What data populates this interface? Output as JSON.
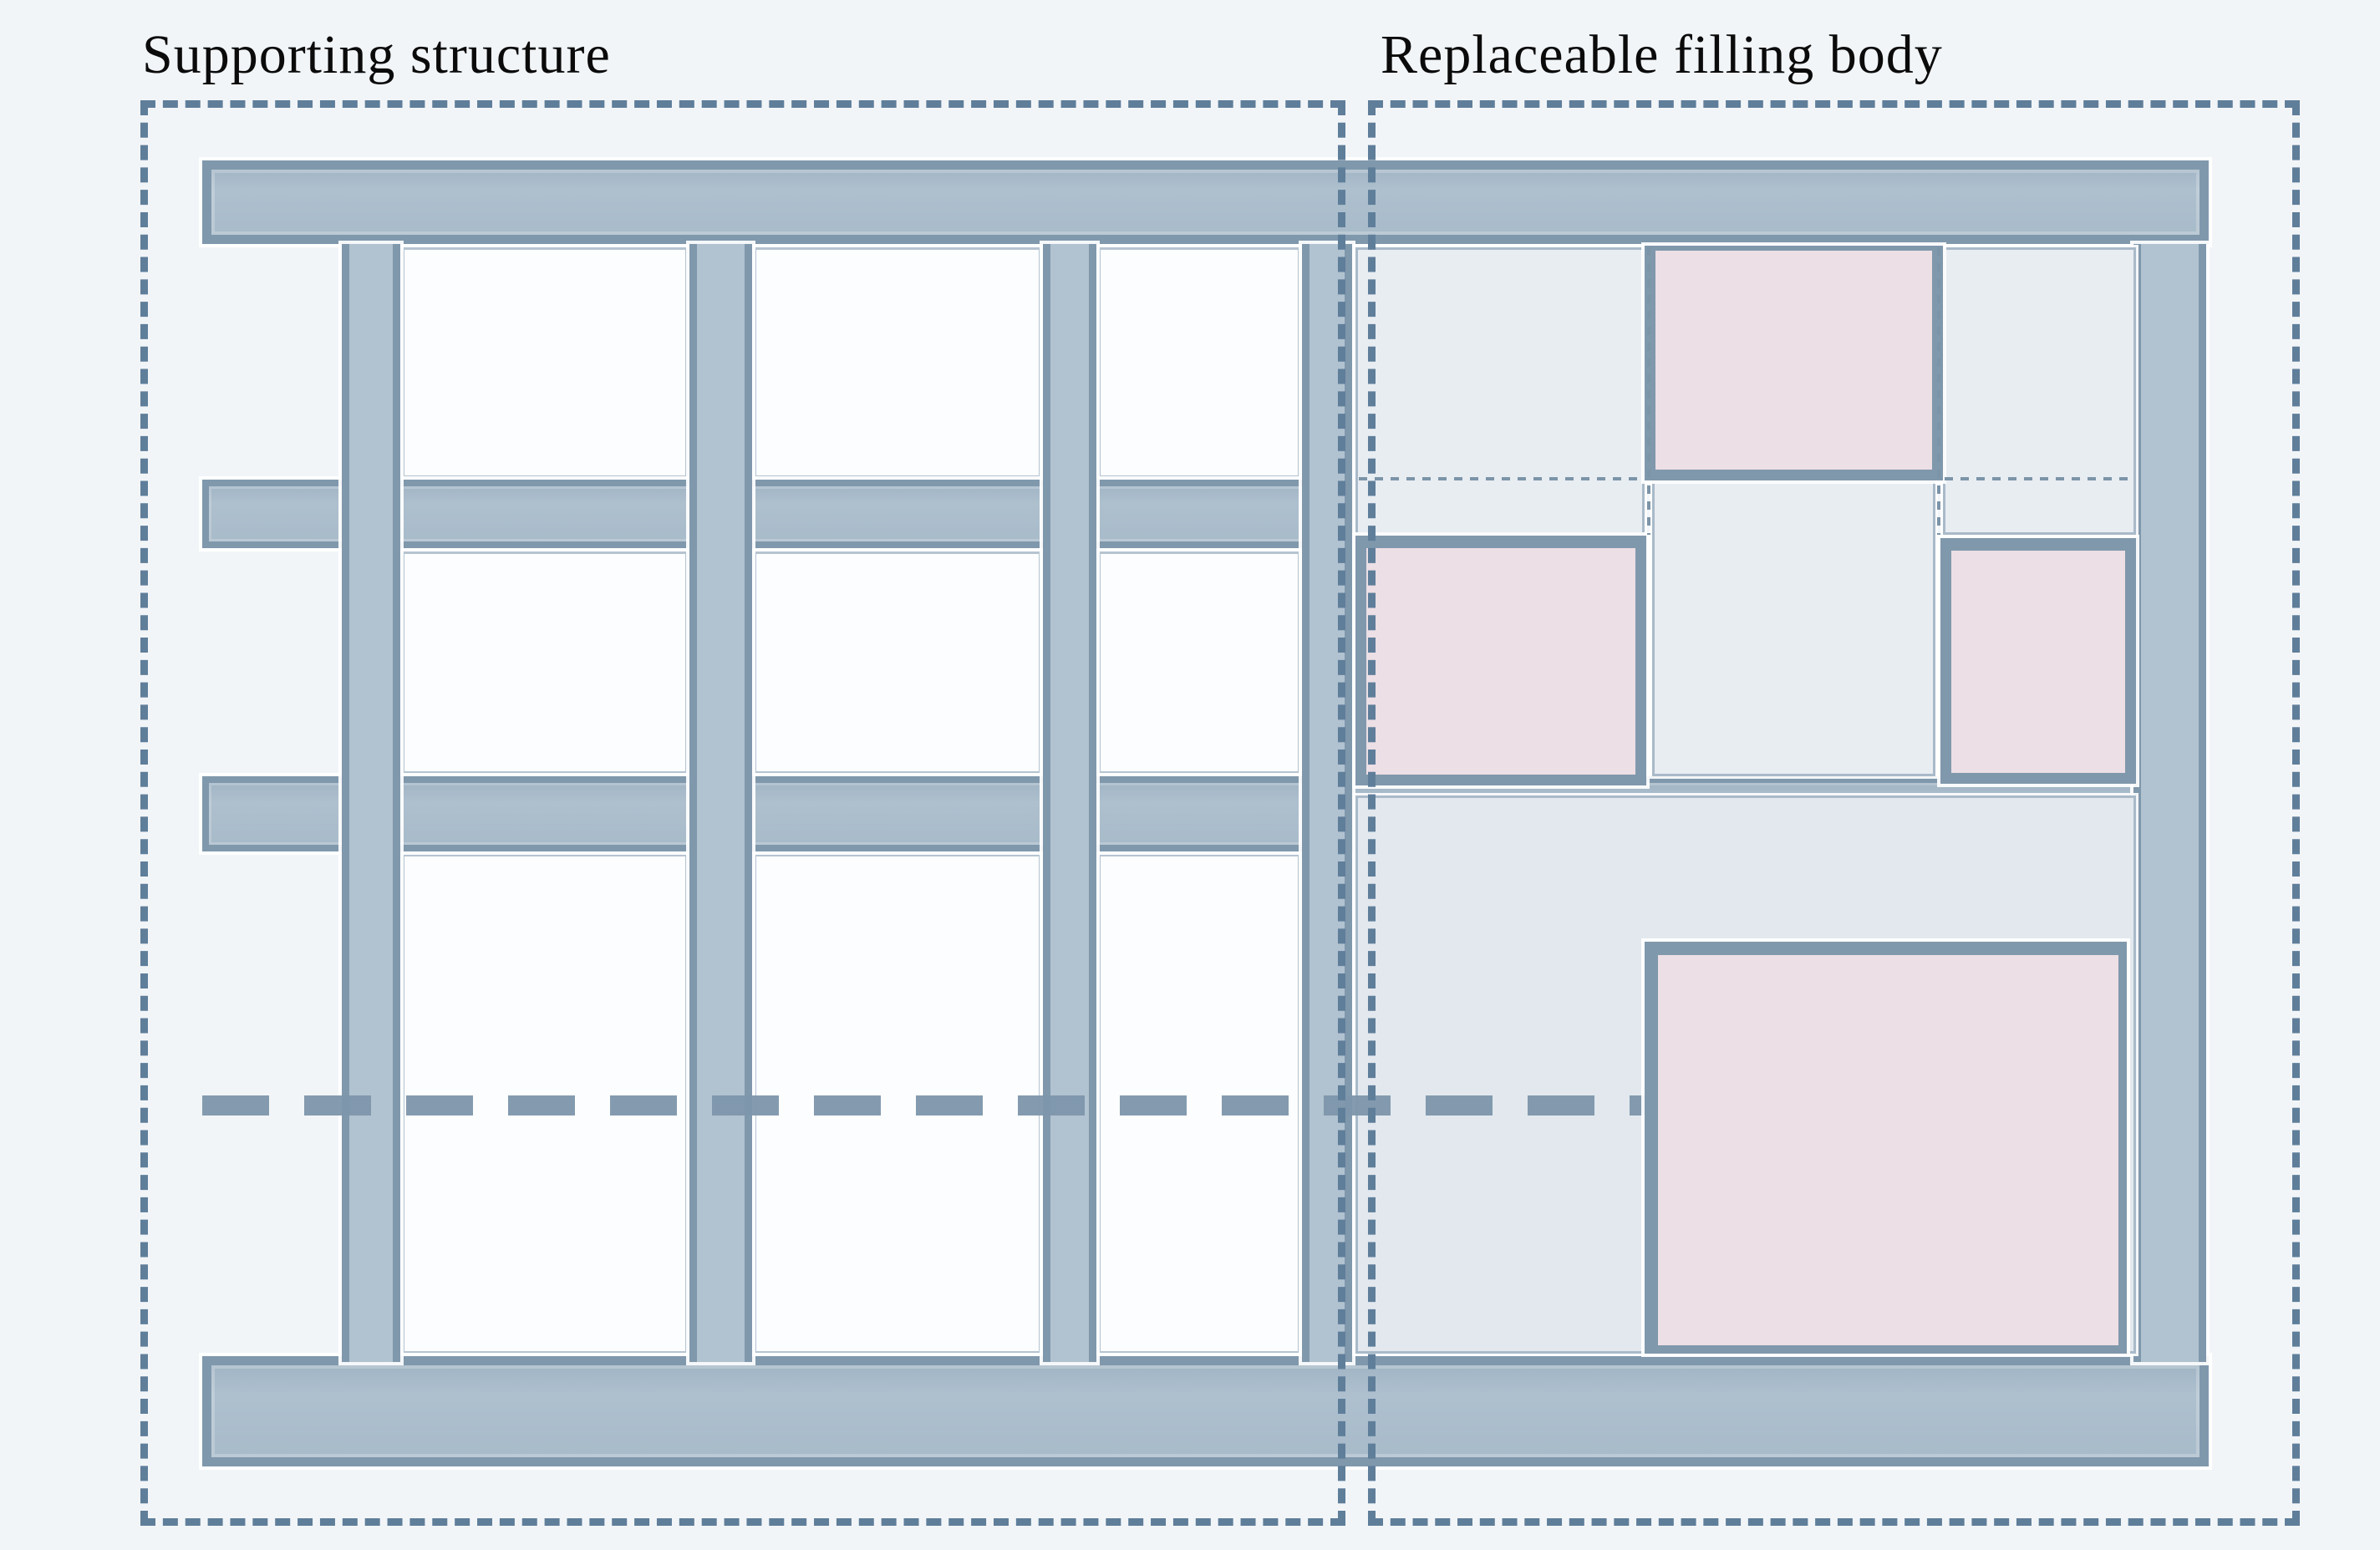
{
  "labels": {
    "left": "Supporting structure",
    "right": "Replaceable filling body"
  },
  "colors": {
    "background": "#f2f5f8",
    "frame_fill": "#a9bccb",
    "frame_edge": "#8098ac",
    "cell_fill": "#fbfdfe",
    "filling_light": "#e8edf2",
    "filling_light_deep": "#e2e8ee",
    "replaceable_pink": "#ecdfe5",
    "dashed_outline": "#5f7e9a",
    "hidden_edge_dotted": "#7c94a8",
    "text": "#0b0b0b"
  },
  "diagram": {
    "type": "structural-concept-figure",
    "regions": [
      {
        "id": "supporting-structure",
        "label": "Supporting structure",
        "outline": "dashed",
        "columns": 4,
        "horizontal_beams": [
          "top",
          "upper-middle",
          "lower-middle",
          "bottom"
        ],
        "removed_beam_shown_dashed": true,
        "empty_cells": 9
      },
      {
        "id": "replaceable-filling-body",
        "label": "Replaceable filling body",
        "outline": "dashed",
        "light_filling_panels": 4,
        "pink_replaceable_panels": 4,
        "hidden_frame_edges_shown_dotted": true
      }
    ]
  }
}
